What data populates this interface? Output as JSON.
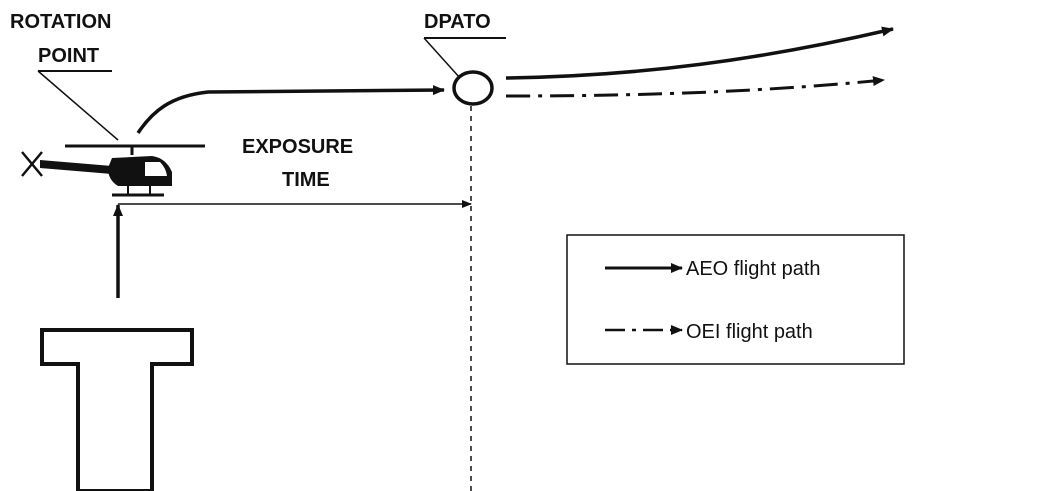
{
  "labels": {
    "rotation_point_line1": "ROTATION",
    "rotation_point_line2": "POINT",
    "dpato": "DPATO",
    "exposure_line1": "EXPOSURE",
    "exposure_line2": "TIME"
  },
  "legend": {
    "aeo": "AEO flight path",
    "oei": "OEI flight path"
  },
  "colors": {
    "ink": "#111111",
    "background": "#ffffff"
  }
}
